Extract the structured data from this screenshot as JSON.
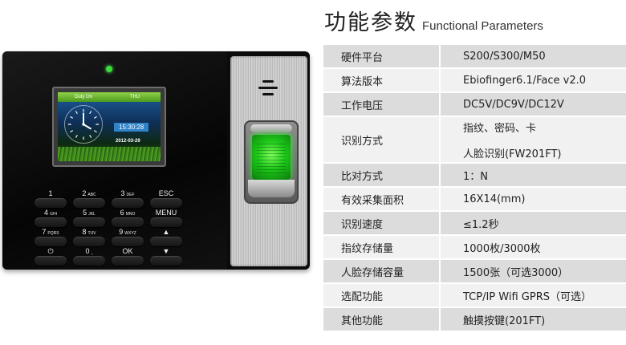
{
  "heading": {
    "title_zh": "功能参数",
    "title_en": "Functional Parameters"
  },
  "params": [
    {
      "key": "硬件平台",
      "value": [
        "S200/S300/M50"
      ]
    },
    {
      "key": "算法版本",
      "value": [
        "Ebiofinger6.1/Face v2.0"
      ]
    },
    {
      "key": "工作电压",
      "value": [
        "DC5V/DC9V/DC12V"
      ]
    },
    {
      "key": "识别方式",
      "value": [
        "指纹、密码、卡",
        "人脸识别(FW201FT)"
      ]
    },
    {
      "key": "比对方式",
      "value": [
        "1：N"
      ]
    },
    {
      "key": "有效采集面积",
      "value": [
        "16X14(mm)"
      ]
    },
    {
      "key": "识别速度",
      "value": [
        "≤1.2秒"
      ]
    },
    {
      "key": "指纹存储量",
      "value": [
        "1000枚/3000枚"
      ]
    },
    {
      "key": "人脸存储容量",
      "value": [
        "1500张（可选3000）"
      ]
    },
    {
      "key": "选配功能",
      "value": [
        "TCP/IP  Wifi  GPRS（可选）"
      ]
    },
    {
      "key": "其他功能",
      "value": [
        "触摸按键(201FT)"
      ]
    }
  ],
  "device": {
    "screen": {
      "status_left": "Duty On",
      "status_right": "THU",
      "time": "15:30:28",
      "date": "2012-03-29"
    },
    "keys": [
      {
        "main": "1",
        "sub": ""
      },
      {
        "main": "2",
        "sub": "ABC"
      },
      {
        "main": "3",
        "sub": "DEF"
      },
      {
        "main": "ESC",
        "sub": ""
      },
      {
        "main": "4",
        "sub": "GHI"
      },
      {
        "main": "5",
        "sub": "JKL"
      },
      {
        "main": "6",
        "sub": "MNO"
      },
      {
        "main": "MENU",
        "sub": ""
      },
      {
        "main": "7",
        "sub": "PQRS"
      },
      {
        "main": "8",
        "sub": "TUV"
      },
      {
        "main": "9",
        "sub": "WXYZ"
      },
      {
        "main": "▲",
        "sub": ""
      },
      {
        "main": "⏻",
        "sub": ""
      },
      {
        "main": "0",
        "sub": "⎵"
      },
      {
        "main": "OK",
        "sub": ""
      },
      {
        "main": "▼",
        "sub": ""
      }
    ]
  },
  "colors": {
    "row_dark": "#dcdcdc",
    "row_light": "#f1f1f1",
    "led": "#3ddc3d",
    "sensor_glow": "#2dff2d"
  }
}
